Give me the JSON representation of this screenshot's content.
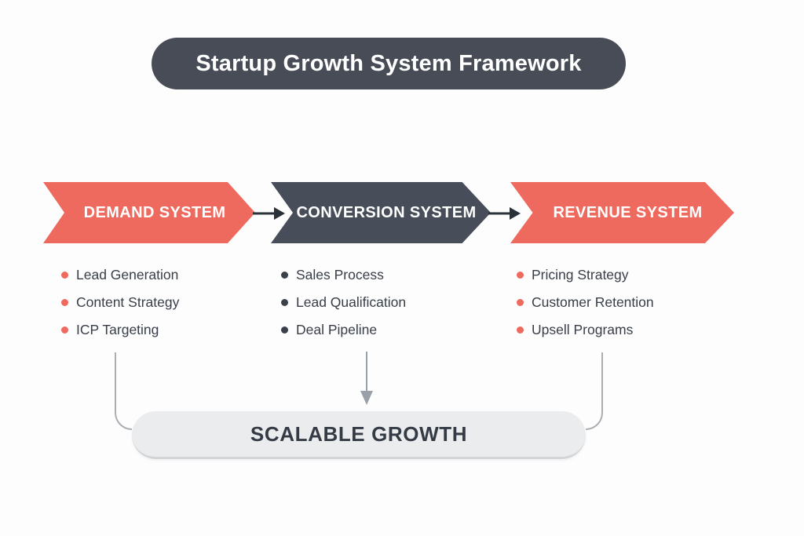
{
  "title": "Startup Growth System Framework",
  "systems": [
    {
      "label": "DEMAND SYSTEM",
      "theme": "coral",
      "arrow_color": "#ee6a5f",
      "bullet_color": "#ee6a5f",
      "items": [
        "Lead Generation",
        "Content Strategy",
        "ICP Targeting"
      ]
    },
    {
      "label": "CONVERSION SYSTEM",
      "theme": "slate",
      "arrow_color": "#474e59",
      "bullet_color": "#3a414b",
      "items": [
        "Sales Process",
        "Lead Qualification",
        "Deal Pipeline"
      ]
    },
    {
      "label": "REVENUE SYSTEM",
      "theme": "coral",
      "arrow_color": "#ee6a5f",
      "bullet_color": "#ee6a5f",
      "items": [
        "Pricing Strategy",
        "Customer Retention",
        "Upsell Programs"
      ]
    }
  ],
  "result": {
    "label": "SCALABLE GROWTH"
  },
  "icons": {
    "between_systems": "arrow-right-icon",
    "to_result": "arrow-down-icon"
  },
  "colors": {
    "background": "#fdfdfe",
    "banner_bg": "#474c56",
    "banner_text": "#ffffff",
    "coral": "#ee6a5f",
    "slate": "#474e59",
    "list_text": "#383e47",
    "connector_line": "#aaadb2",
    "flow_arrow": "#2b3138",
    "pill_bg": "#ebecee",
    "pill_border": "#d2d4d7",
    "pill_text": "#343b45"
  }
}
